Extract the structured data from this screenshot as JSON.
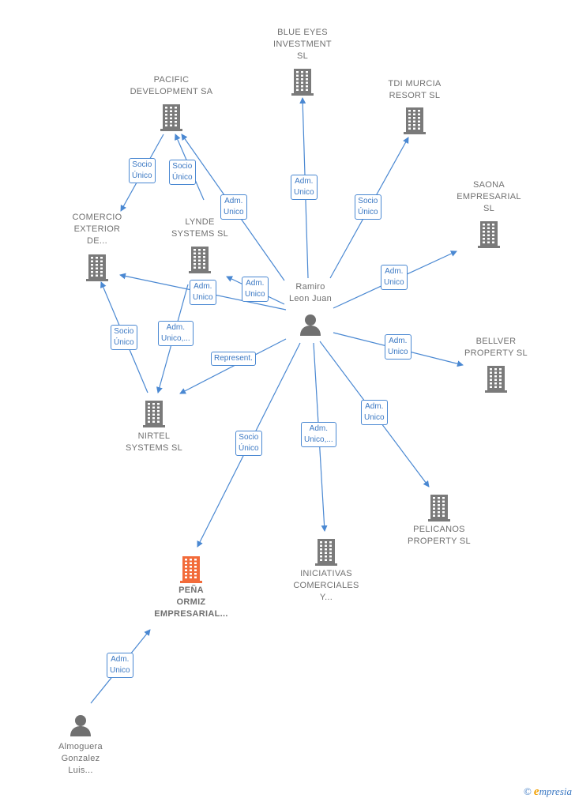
{
  "colors": {
    "edge": "#4a88d2",
    "building": "#7a7a7a",
    "building_focus": "#f26b3a",
    "person": "#707070",
    "label_text": "#707070",
    "edge_label_text": "#3b78c3"
  },
  "nodes": [
    {
      "id": "blue_eyes",
      "type": "company",
      "label": "BLUE EYES\nINVESTMENT\nSL"
    },
    {
      "id": "pacific",
      "type": "company",
      "label": "PACIFIC\nDEVELOPMENT SA"
    },
    {
      "id": "tdi",
      "type": "company",
      "label": "TDI MURCIA\nRESORT SL"
    },
    {
      "id": "saona",
      "type": "company",
      "label": "SAONA\nEMPRESARIAL\nSL"
    },
    {
      "id": "comercio",
      "type": "company",
      "label": "COMERCIO\nEXTERIOR\nDE..."
    },
    {
      "id": "lynde",
      "type": "company",
      "label": "LYNDE\nSYSTEMS SL"
    },
    {
      "id": "ramiro",
      "type": "person",
      "label": "Ramiro\nLeon Juan"
    },
    {
      "id": "bellver",
      "type": "company",
      "label": "BELLVER\nPROPERTY SL"
    },
    {
      "id": "nirtel",
      "type": "company",
      "label": "NIRTEL\nSYSTEMS SL"
    },
    {
      "id": "pelicanos",
      "type": "company",
      "label": "PELICANOS\nPROPERTY SL"
    },
    {
      "id": "iniciativas",
      "type": "company",
      "label": "INICIATIVAS\nCOMERCIALES\nY..."
    },
    {
      "id": "pena",
      "type": "company_focus",
      "label": "PEÑA\nORMIZ\nEMPRESARIAL..."
    },
    {
      "id": "almoguera",
      "type": "person",
      "label": "Almoguera\nGonzalez\nLuis..."
    }
  ],
  "edges": [
    {
      "from": "ramiro",
      "to": "blue_eyes",
      "label": "Adm.\nUnico"
    },
    {
      "from": "ramiro",
      "to": "tdi",
      "label": "Socio\nÚnico"
    },
    {
      "from": "ramiro",
      "to": "saona",
      "label": "Adm.\nUnico"
    },
    {
      "from": "ramiro",
      "to": "pacific",
      "label": "Adm.\nUnico"
    },
    {
      "from": "ramiro",
      "to": "lynde",
      "label": "Adm.\nUnico"
    },
    {
      "from": "ramiro",
      "to": "comercio",
      "label": "Adm.\nUnico"
    },
    {
      "from": "ramiro",
      "to": "bellver",
      "label": "Adm.\nUnico"
    },
    {
      "from": "ramiro",
      "to": "nirtel",
      "label": "Represent."
    },
    {
      "from": "ramiro",
      "to": "pelicanos",
      "label": "Adm.\nUnico"
    },
    {
      "from": "ramiro",
      "to": "iniciativas",
      "label": "Adm.\nUnico,..."
    },
    {
      "from": "ramiro",
      "to": "pena",
      "label": "Socio\nÚnico"
    },
    {
      "from": "pacific",
      "to": "comercio",
      "label": "Socio\nÚnico"
    },
    {
      "from": "lynde",
      "to": "pacific",
      "label": "Socio\nÚnico"
    },
    {
      "from": "nirtel",
      "to": "comercio",
      "label": "Socio\nÚnico"
    },
    {
      "from": "lynde",
      "to": "nirtel",
      "label": "Adm.\nUnico,..."
    },
    {
      "from": "almoguera",
      "to": "pena",
      "label": "Adm.\nUnico"
    }
  ],
  "footer": {
    "copyright": "©",
    "brand_first": "e",
    "brand_rest": "mpresia"
  }
}
